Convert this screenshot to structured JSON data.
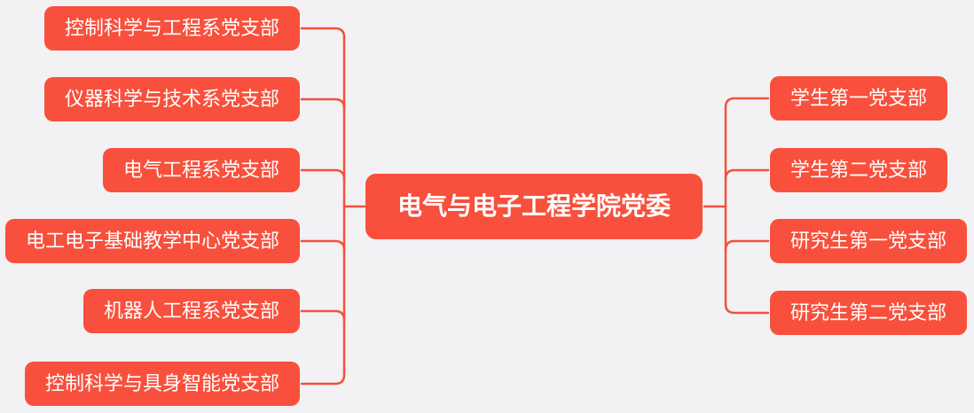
{
  "diagram": {
    "type": "mindmap-org-chart",
    "root": {
      "label": "电气与电子工程学院党委"
    },
    "left_branches": [
      {
        "label": "控制科学与工程系党支部"
      },
      {
        "label": "仪器科学与技术系党支部"
      },
      {
        "label": "电气工程系党支部"
      },
      {
        "label": "电工电子基础教学中心党支部"
      },
      {
        "label": "机器人工程系党支部"
      },
      {
        "label": "控制科学与具身智能党支部"
      }
    ],
    "right_branches": [
      {
        "label": "学生第一党支部"
      },
      {
        "label": "学生第二党支部"
      },
      {
        "label": "研究生第一党支部"
      },
      {
        "label": "研究生第二党支部"
      }
    ]
  },
  "colors": {
    "background": "#F2F2F4",
    "node_fill": "#F8503C",
    "connector": "#F4503C",
    "node_text": "#FFFFFF"
  }
}
